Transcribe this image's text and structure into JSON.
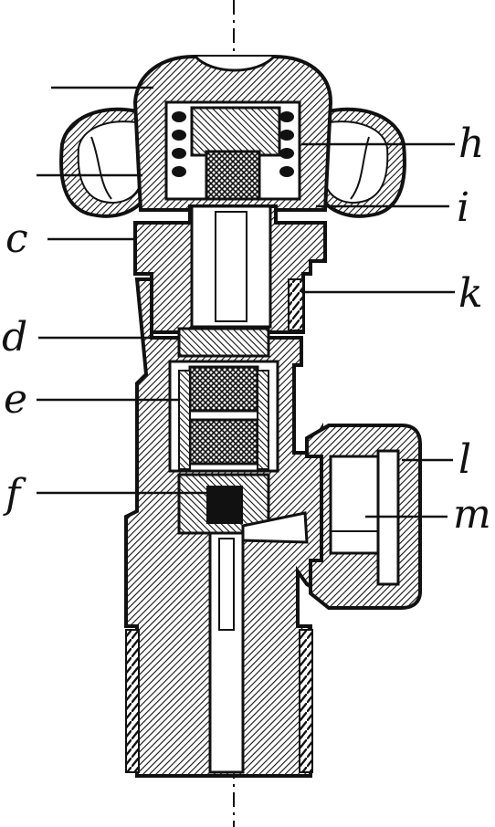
{
  "figure": {
    "labels": {
      "c": "c",
      "d": "d",
      "e": "e",
      "f": "f",
      "h": "h",
      "i": "i",
      "k": "k",
      "l": "l",
      "m": "m"
    }
  }
}
